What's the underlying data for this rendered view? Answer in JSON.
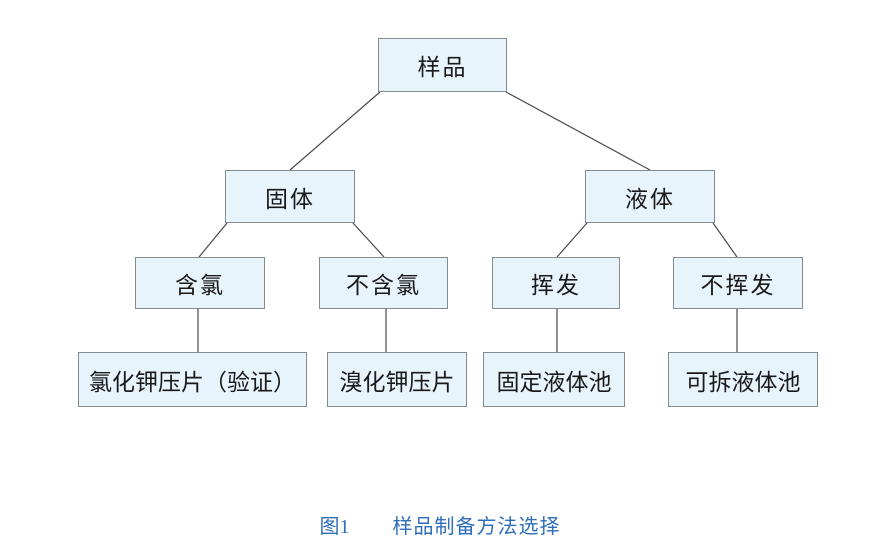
{
  "diagram": {
    "title_semantic": "sample preparation method selection tree",
    "nodes": [
      {
        "id": "sample",
        "label": "样品"
      },
      {
        "id": "solid",
        "label": "固体"
      },
      {
        "id": "liquid",
        "label": "液体"
      },
      {
        "id": "chlorinated",
        "label": "含氯"
      },
      {
        "id": "non-chlorinated",
        "label": "不含氯"
      },
      {
        "id": "volatile",
        "label": "挥发"
      },
      {
        "id": "non-volatile",
        "label": "不挥发"
      },
      {
        "id": "kcl-pellet",
        "label": "氯化钾压片（验证）"
      },
      {
        "id": "kbr-pellet",
        "label": "溴化钾压片"
      },
      {
        "id": "fixed-liquid-cell",
        "label": "固定液体池"
      },
      {
        "id": "demountable-liquid-cell",
        "label": "可拆液体池"
      }
    ],
    "edges": [
      [
        "sample",
        "solid"
      ],
      [
        "sample",
        "liquid"
      ],
      [
        "solid",
        "chlorinated"
      ],
      [
        "solid",
        "non-chlorinated"
      ],
      [
        "liquid",
        "volatile"
      ],
      [
        "liquid",
        "non-volatile"
      ],
      [
        "chlorinated",
        "kcl-pellet"
      ],
      [
        "non-chlorinated",
        "kbr-pellet"
      ],
      [
        "volatile",
        "fixed-liquid-cell"
      ],
      [
        "non-volatile",
        "demountable-liquid-cell"
      ]
    ]
  },
  "caption": {
    "figure_label": "图1",
    "title": "样品制备方法选择"
  },
  "colors": {
    "node_fill": "#e7f4fb",
    "node_border": "#848c90",
    "connector": "#4a4a4a",
    "caption_text": "#2f6eb8"
  }
}
